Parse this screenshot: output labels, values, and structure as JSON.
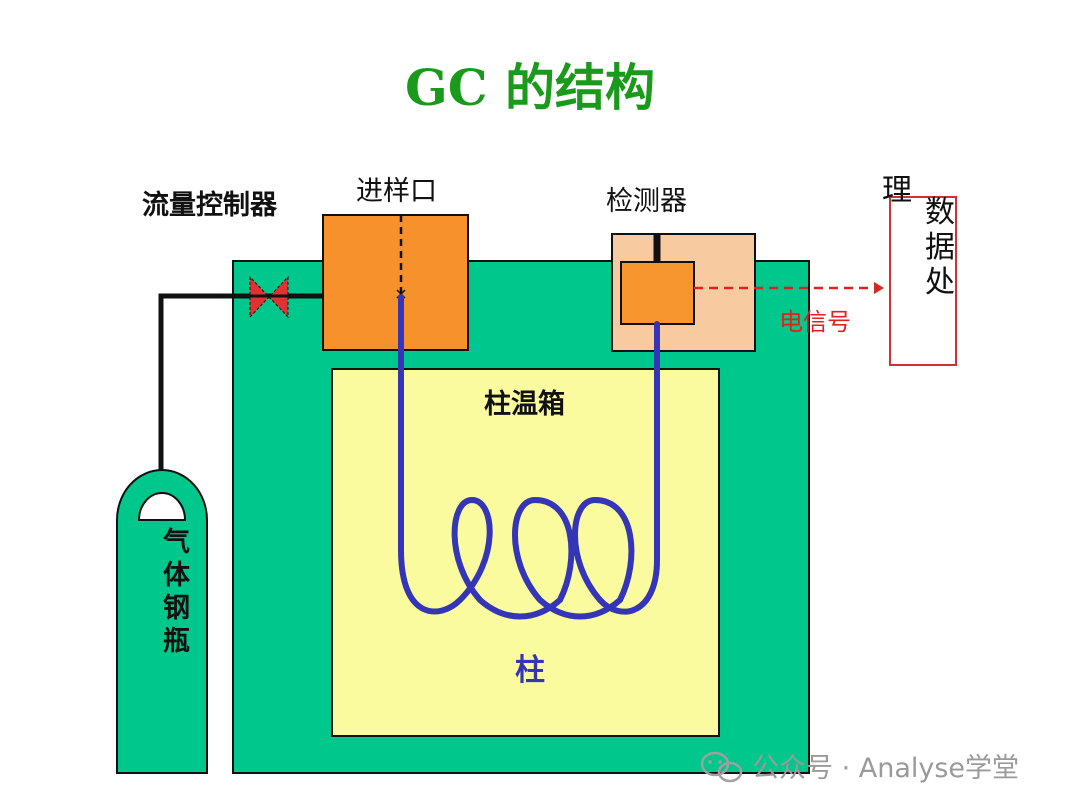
{
  "title": "GC 的结构",
  "labels": {
    "flow_controller": "流量控制器",
    "injector": "进样口",
    "detector": "检测器",
    "column_oven": "柱温箱",
    "column": "柱",
    "signal": "电信号",
    "cylinder": [
      "气",
      "体",
      "钢",
      "瓶"
    ],
    "data_processing": [
      "数",
      "据",
      "处"
    ],
    "data_processing_top": "理"
  },
  "watermark": {
    "icon": "wechat-icon",
    "text": "公众号 · Analyse学堂"
  },
  "colors": {
    "title": "#1a9a1a",
    "instrument_body": "#00c88c",
    "oven": "#fafa9e",
    "injector": "#f7912c",
    "detector_outer": "#f8caa0",
    "detector_inner": "#f7952e",
    "column_tube": "#3535b8",
    "valve": "#e03232",
    "signal": "#dd2222",
    "data_box_border": "#cc3333"
  }
}
